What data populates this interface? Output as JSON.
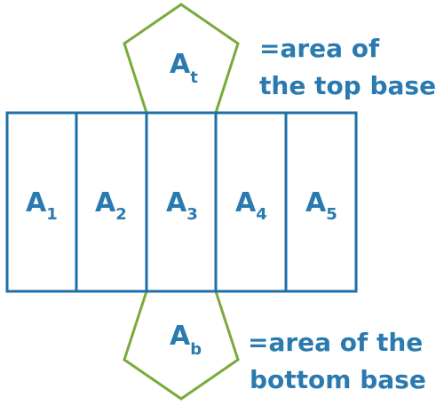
{
  "top_base": {
    "letter": "A",
    "subscript": "t",
    "note_line1": "=area of",
    "note_line2": "the top base"
  },
  "bottom_base": {
    "letter": "A",
    "subscript": "b",
    "note_line1": "=area of the",
    "note_line2": "bottom base"
  },
  "faces": [
    {
      "letter": "A",
      "subscript": "1"
    },
    {
      "letter": "A",
      "subscript": "2"
    },
    {
      "letter": "A",
      "subscript": "3"
    },
    {
      "letter": "A",
      "subscript": "4"
    },
    {
      "letter": "A",
      "subscript": "5"
    }
  ],
  "colors": {
    "rectangle_stroke": "#1f6fa8",
    "pentagon_stroke": "#7aab3a",
    "text": "#2a7ab0"
  }
}
